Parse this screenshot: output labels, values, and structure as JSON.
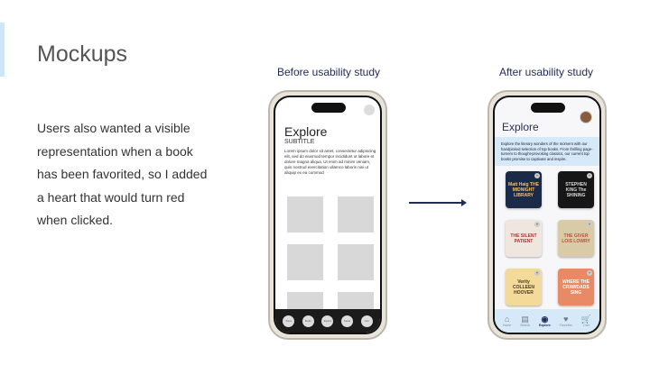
{
  "slide": {
    "title": "Mockups",
    "body": "Users also wanted a visible representation when a book has been favorited, so I added a heart that would turn red when clicked."
  },
  "before": {
    "caption": "Before usability study",
    "heading": "Explore",
    "subtitle": "SUBTITLE",
    "lorem": "Lorem ipsum dolor sit amet, consectetur adipiscing elit, sed do eiusmod tempor incididunt ut labore et dolore magna aliqua. Ut enim ad minim veniam, quis nostrud exercitation ullamco laboris nisi ut aliquip ex ea commod",
    "nav": [
      "Home",
      "Books",
      "Explore",
      "Saved",
      "Cart"
    ]
  },
  "after": {
    "caption": "After usability study",
    "heading": "Explore",
    "intro": "Explore the literary wonders of the moment with our handpicked selection of top books. From thrilling page-turners to thought-provoking classics, our current top books promise to captivate and inspire.",
    "books": [
      {
        "title": "Matt Haig THE MIDNIGHT LIBRARY",
        "bg": "#1c2a4a",
        "fg": "#f2c26b"
      },
      {
        "title": "STEPHEN KING The SHINING",
        "bg": "#161616",
        "fg": "#d9d9d9"
      },
      {
        "title": "THE SILENT PATIENT",
        "bg": "#efe6df",
        "fg": "#b3342c"
      },
      {
        "title": "THE GIVER LOIS LOWRY",
        "bg": "#d9cba8",
        "fg": "#b8543a"
      },
      {
        "title": "Verity COLLEEN HOOVER",
        "bg": "#f3d99a",
        "fg": "#4b3a20"
      },
      {
        "title": "WHERE THE CRAWDADS SING",
        "bg": "#e88a66",
        "fg": "#fff"
      }
    ],
    "nav": [
      {
        "label": "Home",
        "icon": "⌂"
      },
      {
        "label": "Search",
        "icon": "▤"
      },
      {
        "label": "Explore",
        "icon": "◉"
      },
      {
        "label": "Favorites",
        "icon": "♥"
      },
      {
        "label": "Cart",
        "icon": "🛒"
      }
    ]
  }
}
